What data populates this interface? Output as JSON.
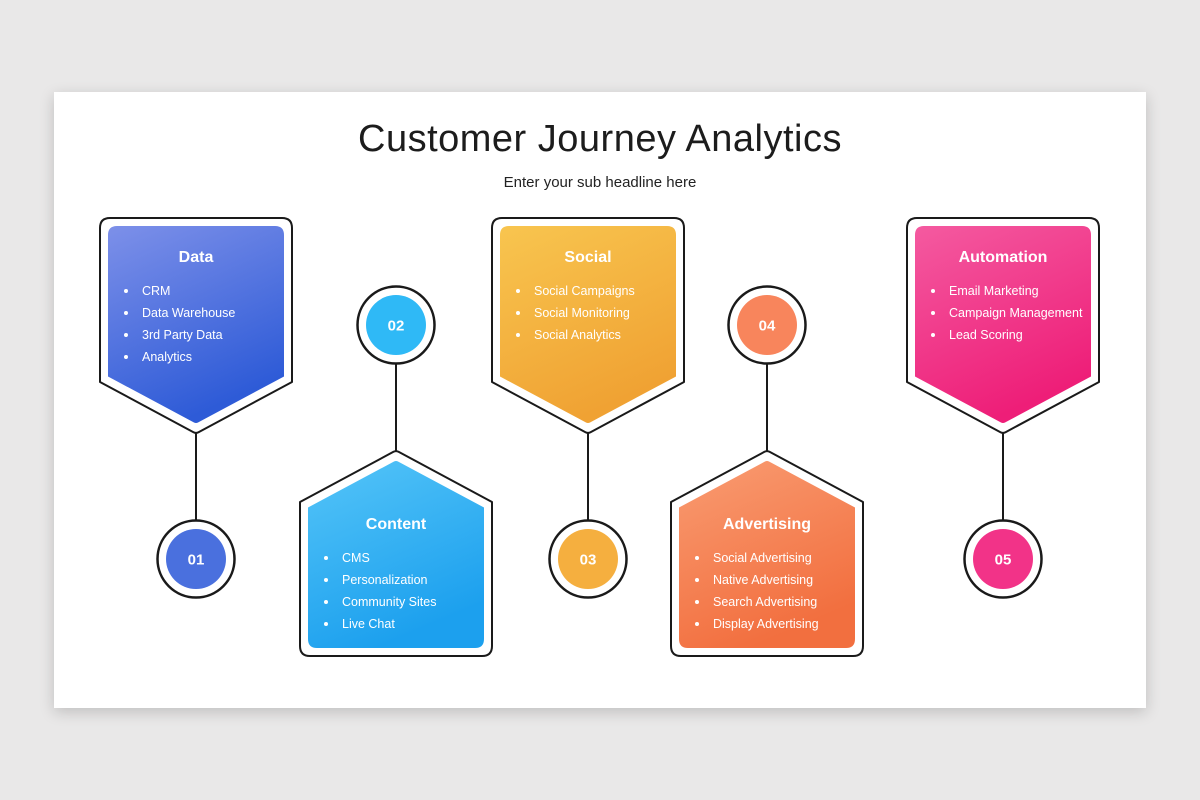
{
  "page": {
    "title": "Customer Journey Analytics",
    "subtitle": "Enter your sub headline here"
  },
  "colors": {
    "background": "#e9e8e8",
    "canvas": "#ffffff",
    "outline": "#1a1a1a"
  },
  "stages": [
    {
      "number": "01",
      "title": "Data",
      "position": "top",
      "items": [
        "CRM",
        "Data Warehouse",
        "3rd Party Data",
        "Analytics"
      ],
      "colors": {
        "gradient_start": "#7d90e9",
        "gradient_end": "#2e5bd7",
        "circle": "#4a70de"
      }
    },
    {
      "number": "02",
      "title": "Content",
      "position": "bottom",
      "items": [
        "CMS",
        "Personalization",
        "Community Sites",
        "Live Chat"
      ],
      "colors": {
        "gradient_start": "#55c5f8",
        "gradient_end": "#1ca0ee",
        "circle": "#2fb9f6"
      }
    },
    {
      "number": "03",
      "title": "Social",
      "position": "top",
      "items": [
        "Social Campaigns",
        "Social Monitoring",
        "Social Analytics"
      ],
      "colors": {
        "gradient_start": "#f8c54f",
        "gradient_end": "#f0a233",
        "circle": "#f5af3f"
      }
    },
    {
      "number": "04",
      "title": "Advertising",
      "position": "bottom",
      "items": [
        "Social Advertising",
        "Native Advertising",
        "Search Advertising",
        "Display Advertising"
      ],
      "colors": {
        "gradient_start": "#f99c72",
        "gradient_end": "#f26f3f",
        "circle": "#f8855c"
      }
    },
    {
      "number": "05",
      "title": "Automation",
      "position": "top",
      "items": [
        "Email Marketing",
        "Campaign Management",
        "Lead Scoring"
      ],
      "colors": {
        "gradient_start": "#f45aa0",
        "gradient_end": "#ee1e78",
        "circle": "#f23388"
      }
    }
  ]
}
